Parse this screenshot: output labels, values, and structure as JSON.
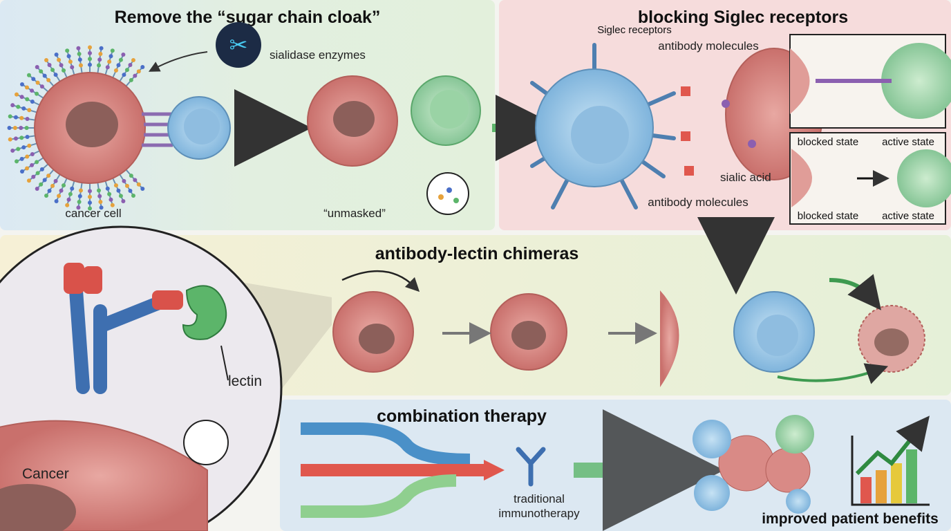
{
  "panels": {
    "sugar_cloak": {
      "title": "Remove the “sugar chain cloak”",
      "enzyme_label": "sialidase enzymes",
      "cancer_label": "cancer cell",
      "unmasked_label": "“unmasked”"
    },
    "siglec": {
      "title": "blocking Siglec receptors",
      "receptor_label": "Siglec receptors",
      "antibody_label_top": "antibody molecules",
      "antibody_label_bottom": "antibody molecules",
      "sialic_label": "sialic acid",
      "inset": {
        "blocked_top": "blocked state",
        "active_top": "active state",
        "blocked_bottom": "blocked state",
        "active_bottom": "active state"
      }
    },
    "chimeras": {
      "title": "antibody-lectin chimeras",
      "lectin_label": "lectin",
      "cancer_label": "Cancer"
    },
    "combination": {
      "title": "combination therapy",
      "therapy_label": "traditional immunotherapy",
      "benefit_label": "improved patient benefits"
    }
  },
  "colors": {
    "cancer_cell": "#d98a86",
    "immune_cell_blue": "#9cc8e6",
    "immune_cell_green": "#a9d9b0",
    "arrow_blue": "#4a90c8",
    "arrow_red": "#e0574d",
    "arrow_green": "#5cb56a"
  }
}
